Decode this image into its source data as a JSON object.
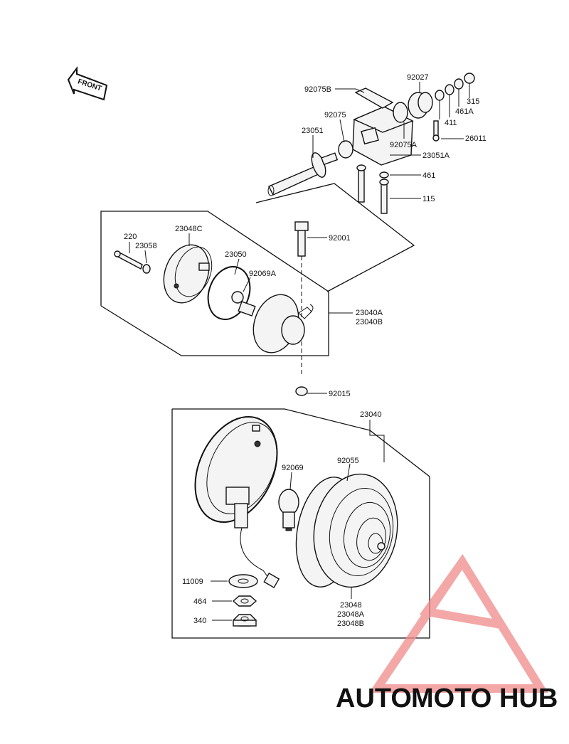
{
  "front_arrow": {
    "label": "FRONT"
  },
  "labels": [
    {
      "id": "92075B",
      "text": "92075B"
    },
    {
      "id": "92027",
      "text": "92027"
    },
    {
      "id": "92075",
      "text": "92075"
    },
    {
      "id": "315",
      "text": "315"
    },
    {
      "id": "461A",
      "text": "461A"
    },
    {
      "id": "411",
      "text": "411"
    },
    {
      "id": "23051",
      "text": "23051"
    },
    {
      "id": "26011",
      "text": "26011"
    },
    {
      "id": "92075A",
      "text": "92075A"
    },
    {
      "id": "23051A",
      "text": "23051A"
    },
    {
      "id": "461",
      "text": "461"
    },
    {
      "id": "115",
      "text": "115"
    },
    {
      "id": "92001",
      "text": "92001"
    },
    {
      "id": "220",
      "text": "220"
    },
    {
      "id": "23048C",
      "text": "23048C"
    },
    {
      "id": "23058",
      "text": "23058"
    },
    {
      "id": "23050",
      "text": "23050"
    },
    {
      "id": "92069A",
      "text": "92069A"
    },
    {
      "id": "23040A",
      "text": "23040A"
    },
    {
      "id": "23040B",
      "text": "23040B"
    },
    {
      "id": "92015",
      "text": "92015"
    },
    {
      "id": "23040",
      "text": "23040"
    },
    {
      "id": "92069",
      "text": "92069"
    },
    {
      "id": "92055",
      "text": "92055"
    },
    {
      "id": "11009",
      "text": "11009"
    },
    {
      "id": "464",
      "text": "464"
    },
    {
      "id": "340",
      "text": "340"
    },
    {
      "id": "23048",
      "text": "23048"
    },
    {
      "id": "23048A",
      "text": "23048A"
    },
    {
      "id": "23048B",
      "text": "23048B"
    }
  ],
  "watermark": {
    "part1": "AUTO",
    "part2": "MOTO",
    "part3": "HUB",
    "color_light": "#f7c38d",
    "color_mid": "#ef8f8f",
    "color_dark": "#a6a6a6",
    "logo_color": "#f08a8a"
  }
}
